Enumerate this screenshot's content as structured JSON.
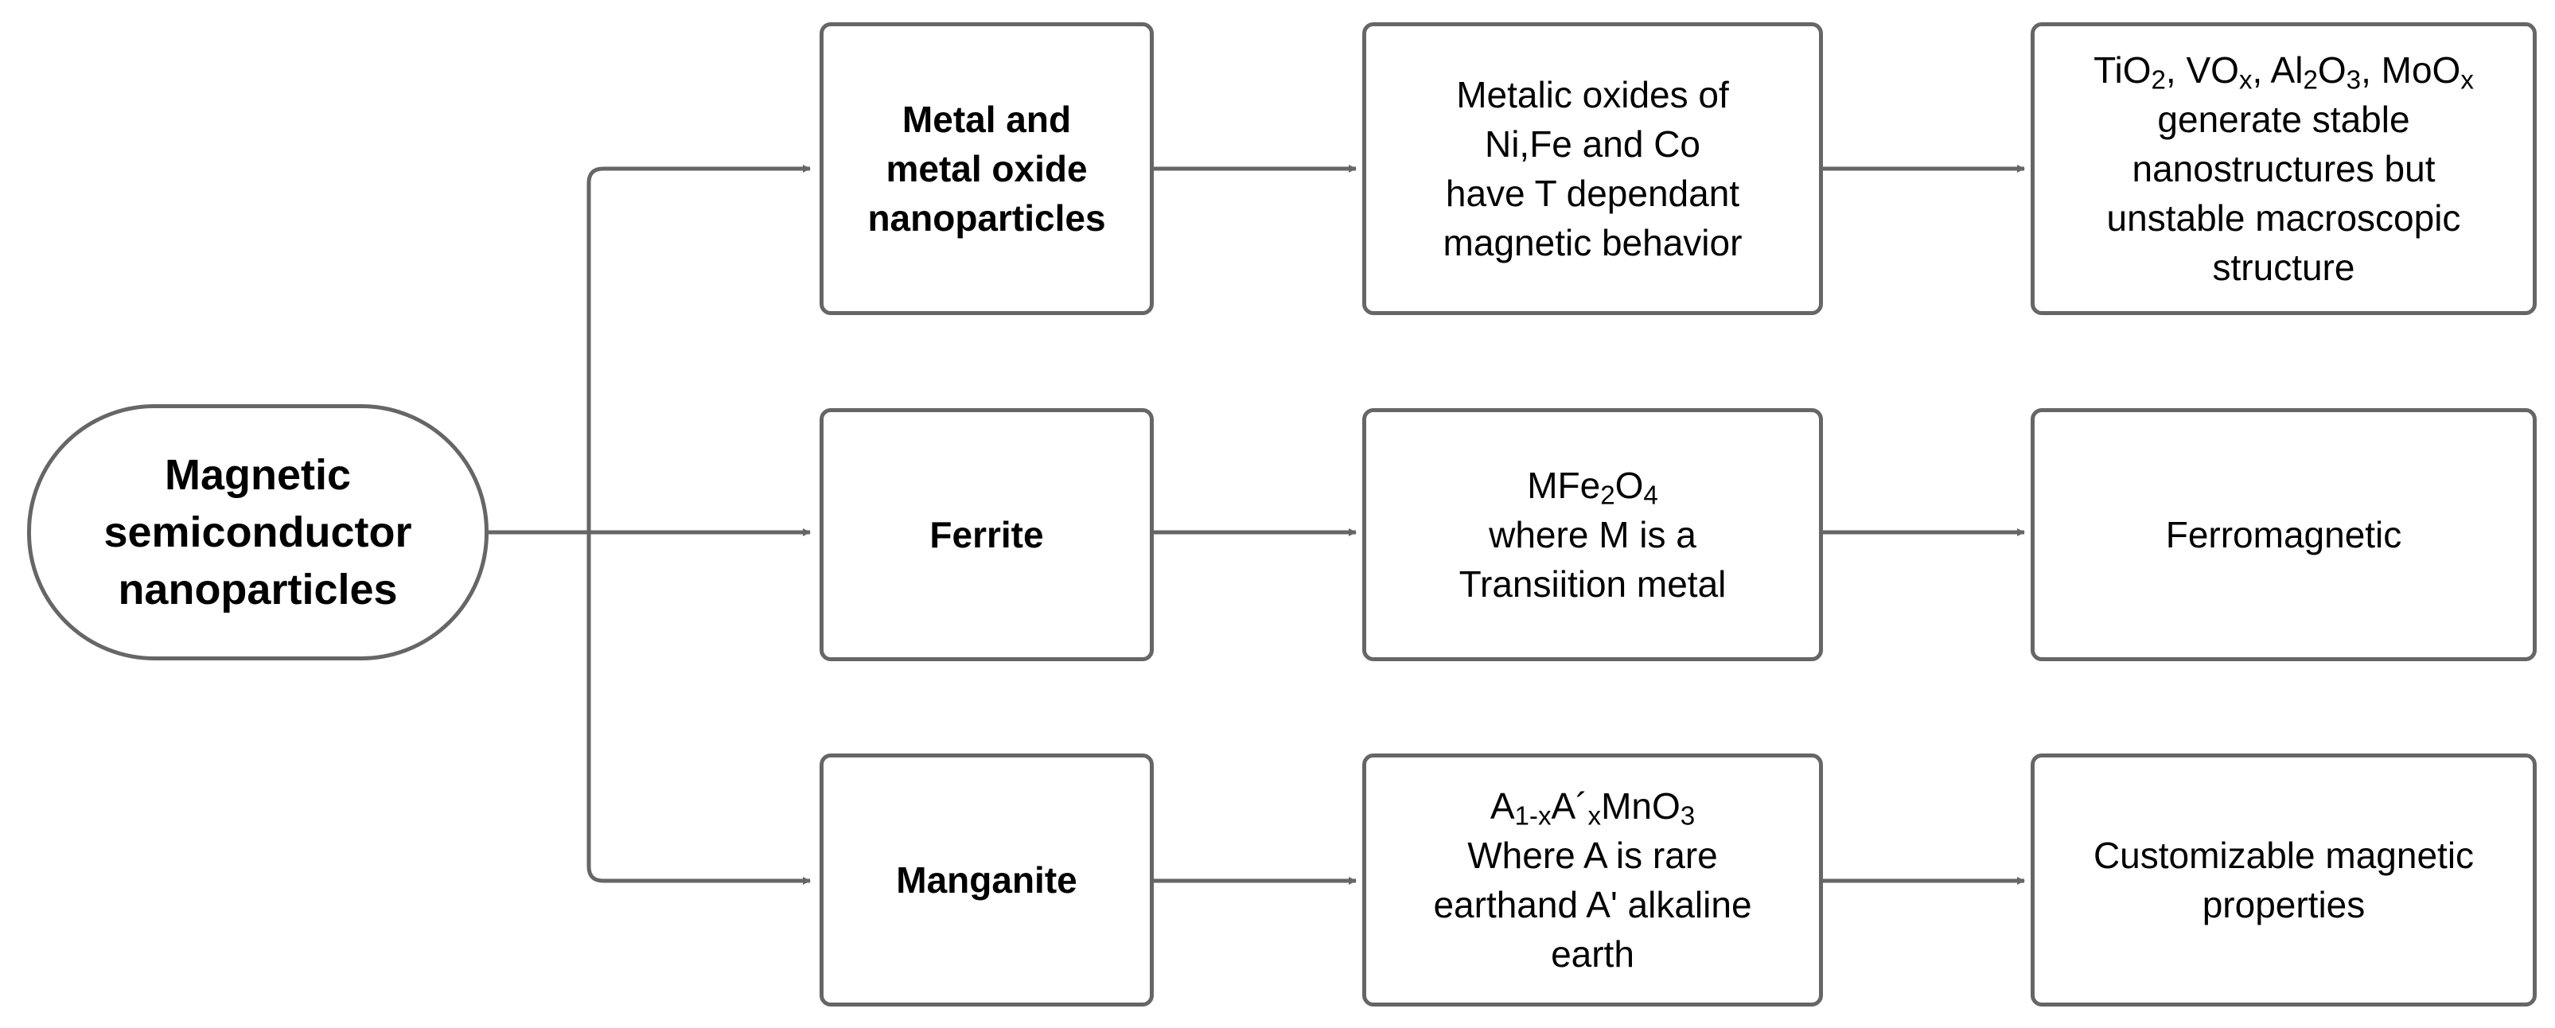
{
  "diagram": {
    "root": {
      "lines": [
        "Magnetic",
        "semiconductor",
        "nanoparticles"
      ]
    },
    "rows": [
      {
        "category": {
          "lines": [
            "Metal and",
            "metal oxide",
            "nanoparticles"
          ]
        },
        "description": {
          "lines": [
            "Metalic oxides of",
            "Ni,Fe and Co",
            "have T dependant",
            "magnetic behavior"
          ]
        },
        "property": {
          "lines": [
            "TiO<sub>2</sub>, VO<sub>x</sub>, Al<sub>2</sub>O<sub>3</sub>, MoO<sub>x</sub>",
            "generate stable",
            "nanostructures but",
            "unstable macroscopic",
            "structure"
          ]
        }
      },
      {
        "category": {
          "lines": [
            "Ferrite"
          ]
        },
        "description": {
          "lines": [
            "MFe<sub>2</sub>O<sub>4</sub>",
            "where M is a",
            "Transiition metal"
          ]
        },
        "property": {
          "lines": [
            "Ferromagnetic"
          ]
        }
      },
      {
        "category": {
          "lines": [
            "Manganite"
          ]
        },
        "description": {
          "lines": [
            "A<sub>1-x</sub>A´<sub>x</sub>MnO<sub>3</sub>",
            "Where A is rare",
            "earthand A' alkaline",
            "earth"
          ]
        },
        "property": {
          "lines": [
            "Customizable magnetic",
            "properties"
          ]
        }
      }
    ],
    "colors": {
      "stroke": "#666666",
      "text": "#000000",
      "background": "#ffffff"
    }
  }
}
